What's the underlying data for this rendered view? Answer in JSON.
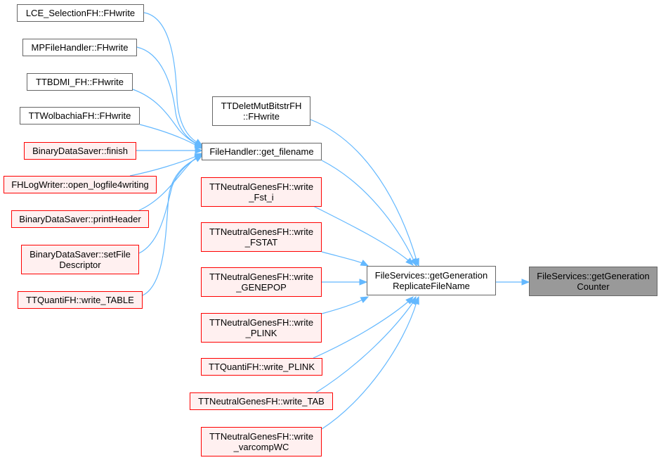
{
  "diagram": {
    "colors": {
      "edge": "#63b8ff",
      "focus_fill": "#999999",
      "node_border": "#666666",
      "red_border": "#ff0000",
      "red_fill": "#fff0f0"
    },
    "nodes": {
      "lce": {
        "label": "LCE_SelectionFH::FHwrite",
        "style": "normal"
      },
      "mpf": {
        "label": "MPFileHandler::FHwrite",
        "style": "normal"
      },
      "ttbdmi": {
        "label": "TTBDMI_FH::FHwrite",
        "style": "normal"
      },
      "ttwol": {
        "label": "TTWolbachiaFH::FHwrite",
        "style": "normal"
      },
      "bds_finish": {
        "label": "BinaryDataSaver::finish",
        "style": "red"
      },
      "fhlog": {
        "label": "FHLogWriter::open_logfile4writing",
        "style": "red"
      },
      "bds_print": {
        "label": "BinaryDataSaver::printHeader",
        "style": "red"
      },
      "bds_setfile": {
        "label": "BinaryDataSaver::setFile\nDescriptor",
        "style": "red"
      },
      "ttq_table": {
        "label": "TTQuantiFH::write_TABLE",
        "style": "red"
      },
      "ttdelet": {
        "label": "TTDeletMutBitstrFH\n::FHwrite",
        "style": "normal"
      },
      "fh_getfn": {
        "label": "FileHandler::get_filename",
        "style": "normal"
      },
      "ttn_fst": {
        "label": "TTNeutralGenesFH::write\n_Fst_i",
        "style": "red"
      },
      "ttn_fstat": {
        "label": "TTNeutralGenesFH::write\n_FSTAT",
        "style": "red"
      },
      "ttn_genepop": {
        "label": "TTNeutralGenesFH::write\n_GENEPOP",
        "style": "red"
      },
      "ttn_plink": {
        "label": "TTNeutralGenesFH::write\n_PLINK",
        "style": "red"
      },
      "ttq_plink": {
        "label": "TTQuantiFH::write_PLINK",
        "style": "red"
      },
      "ttn_tab": {
        "label": "TTNeutralGenesFH::write_TAB",
        "style": "red"
      },
      "ttn_varcomp": {
        "label": "TTNeutralGenesFH::write\n_varcompWC",
        "style": "red"
      },
      "fs_replicate": {
        "label": "FileServices::getGeneration\nReplicateFileName",
        "style": "normal"
      },
      "fs_counter": {
        "label": "FileServices::getGeneration\nCounter",
        "style": "focus"
      }
    }
  }
}
